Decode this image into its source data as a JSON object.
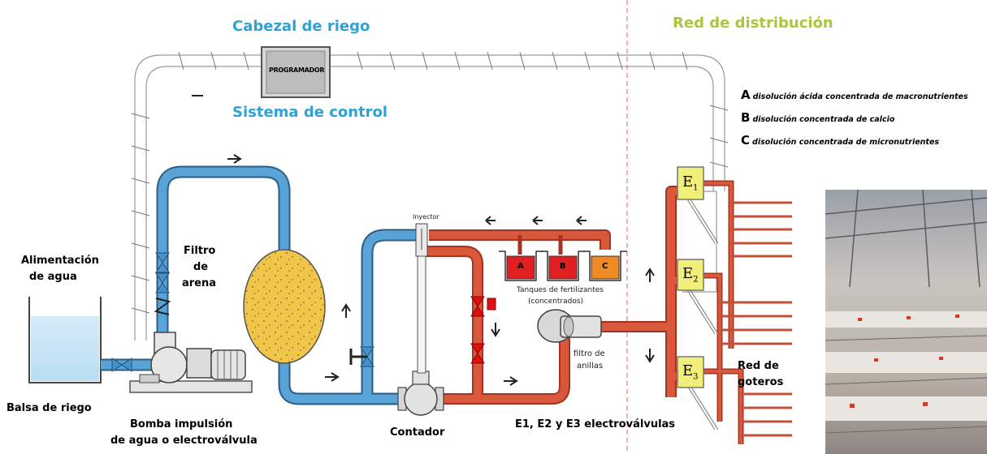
{
  "headings": {
    "cabezal": "Cabezal de riego",
    "sistema_control": "Sistema de control",
    "red_distribucion": "Red de distribución"
  },
  "programador": "PROGRAMADOR",
  "legend": [
    {
      "key": "A",
      "text": "disolución ácida concentrada de macronutrientes"
    },
    {
      "key": "B",
      "text": "disolución concentrada de calcio"
    },
    {
      "key": "C",
      "text": "disolución concentrada de micronutrientes"
    }
  ],
  "labels": {
    "alimentacion": [
      "Alimentación",
      "de agua"
    ],
    "balsa": "Balsa de riego",
    "bomba": [
      "Bomba impulsión",
      "de agua o electroválvula"
    ],
    "filtro_arena": [
      "Filtro",
      "de",
      "arena"
    ],
    "contador": "Contador",
    "inyector": "Inyector",
    "tanques": [
      "Tanques de fertilizantes",
      "(concentrados)"
    ],
    "filtro_anillas": [
      "filtro de",
      "anillas"
    ],
    "electrovalvulas": "E1, E2 y E3 electroválvulas",
    "red_goteros": [
      "Red de",
      "goteros"
    ]
  },
  "tanks": [
    "A",
    "B",
    "C"
  ],
  "valves": [
    {
      "letter": "E",
      "index": "1"
    },
    {
      "letter": "E",
      "index": "2"
    },
    {
      "letter": "E",
      "index": "3"
    }
  ],
  "colors": {
    "blue_pipe": "#5aa3d6",
    "red_pipe": "#d9573b",
    "title_blue": "#2ea2d6",
    "title_green": "#a8c83a",
    "tank_red": "#e02020",
    "tank_orange": "#f08a24",
    "valve_yellow": "#f2ee7a",
    "sand": "#f0c64a"
  }
}
